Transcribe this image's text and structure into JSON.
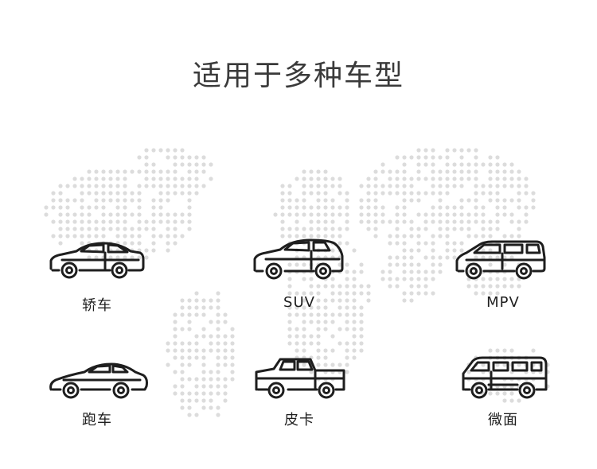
{
  "page": {
    "title": "适用于多种车型"
  },
  "vehicles": [
    {
      "label": "轿车",
      "icon": "sedan-icon"
    },
    {
      "label": "SUV",
      "icon": "suv-icon"
    },
    {
      "label": "MPV",
      "icon": "mpv-icon"
    },
    {
      "label": "跑车",
      "icon": "sports-car-icon"
    },
    {
      "label": "皮卡",
      "icon": "pickup-truck-icon"
    },
    {
      "label": "微面",
      "icon": "minivan-icon"
    }
  ],
  "colors": {
    "title": "#3a3a3a",
    "label": "#1f1f1f",
    "icon_stroke": "#1e1e1e",
    "map_dots": "#dcdcdc"
  }
}
